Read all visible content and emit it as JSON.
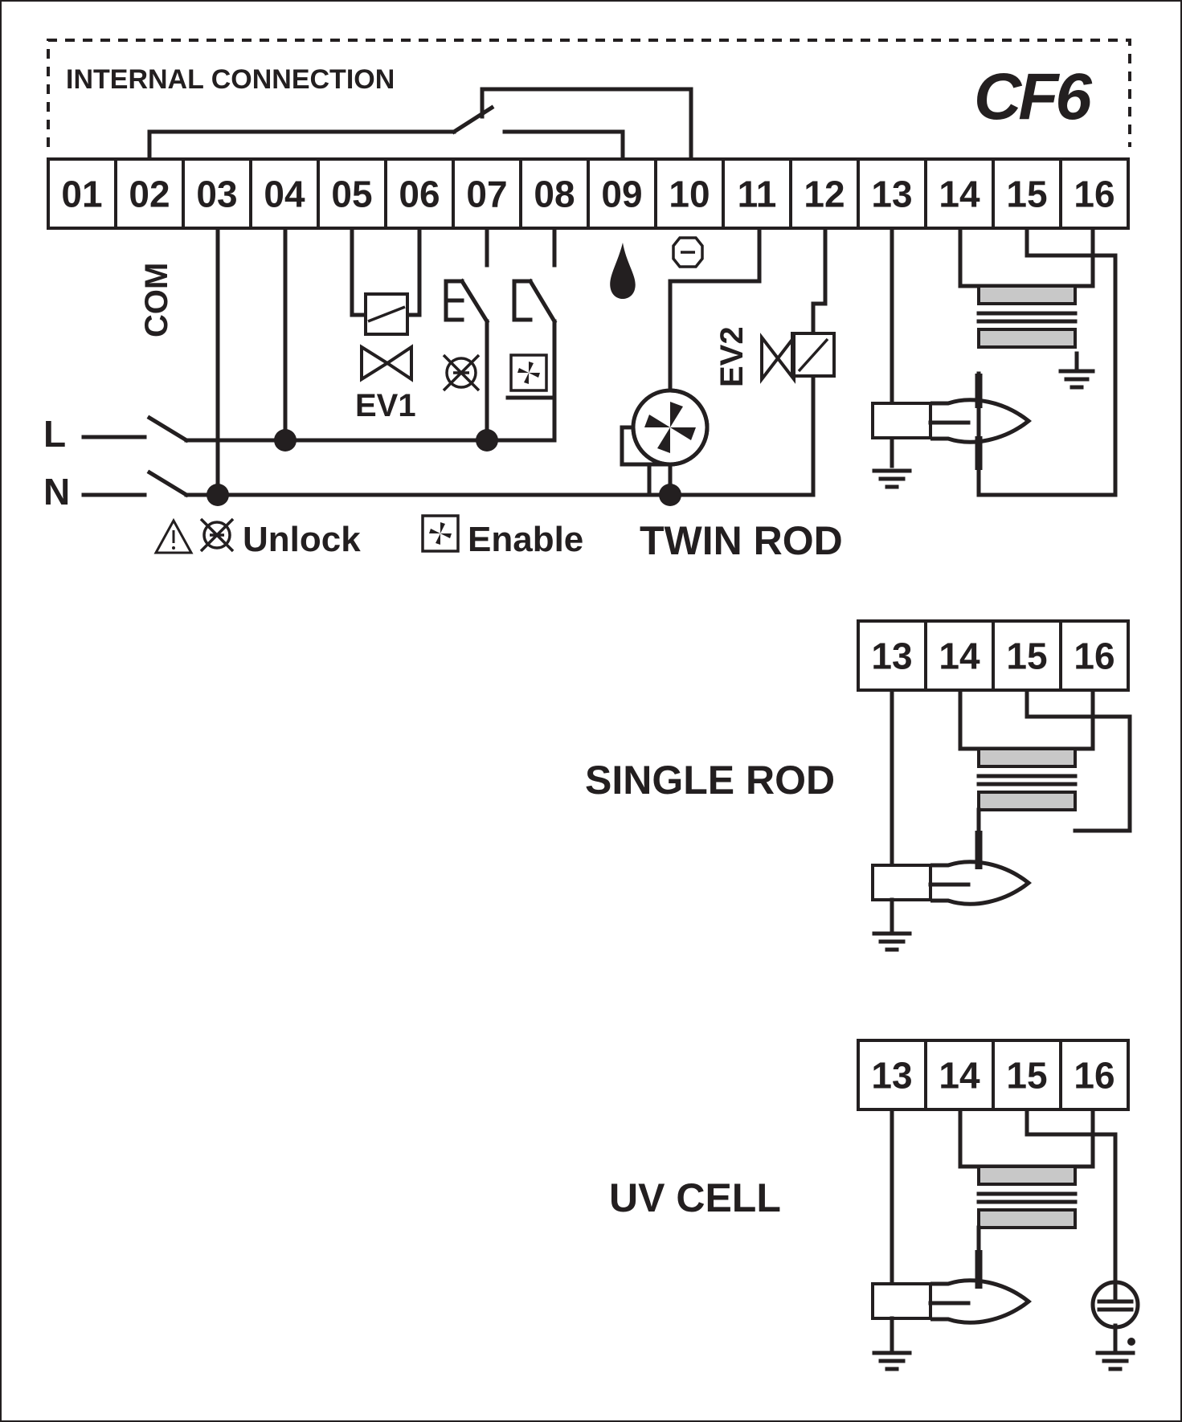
{
  "internal_label": "INTERNAL CONNECTION",
  "brand": "CF6",
  "terminals": [
    "01",
    "02",
    "03",
    "04",
    "05",
    "06",
    "07",
    "08",
    "09",
    "10",
    "11",
    "12",
    "13",
    "14",
    "15",
    "16"
  ],
  "aux_terminals": [
    "13",
    "14",
    "15",
    "16"
  ],
  "labels": {
    "com": "COM",
    "ev1": "EV1",
    "ev2": "EV2",
    "line": "L",
    "neutral": "N",
    "unlock": "Unlock",
    "enable": "Enable"
  },
  "variants": {
    "twin": "TWIN ROD",
    "single": "SINGLE ROD",
    "uv": "UV CELL"
  },
  "icons": [
    "flame-icon",
    "minus-circle-icon",
    "solenoid-valve-icon",
    "fan-motor-icon",
    "lockout-icon",
    "fan-enable-icon",
    "warning-icon",
    "ground-icon",
    "ignition-transformer-icon",
    "electrode-icon",
    "uv-cell-icon"
  ]
}
